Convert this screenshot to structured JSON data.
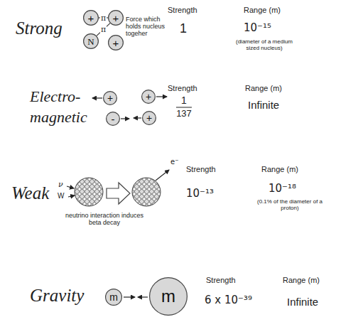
{
  "diagram": {
    "nodes": [
      {
        "text": [
          "+"
        ]
      },
      {
        "text": [
          "+"
        ]
      },
      {
        "text": [
          "N"
        ]
      },
      {
        "text": [
          "+"
        ]
      },
      {
        "text": [
          "+"
        ]
      },
      {
        "text": [
          "+"
        ]
      },
      {
        "text": [
          "-"
        ]
      },
      {
        "text": [
          "+"
        ]
      },
      {
        "text": [
          "m"
        ]
      },
      {
        "text": [
          "m"
        ]
      }
    ],
    "edges": [
      {
        "from": 0,
        "to": 1,
        "arrow": "none",
        "label": "π"
      },
      {
        "from": 2,
        "to": 1,
        "arrow": "none",
        "label": "π"
      }
    ],
    "labels": [
      "Strong",
      "Force which holds nucleus togeher",
      "Strength",
      "1",
      "Range (m)",
      "10⁻¹⁵",
      "(diameter of a medium sized nucleus)",
      "Electro- magnetic",
      "Strength",
      "1",
      "137",
      "Range (m)",
      "Infinite",
      "Weak",
      "ν",
      "W",
      "e⁻",
      "neutrino interaction induces beta decay",
      "Strength",
      "10⁻¹³",
      "Range (m)",
      "10⁻¹⁸",
      "(0.1% of the diameter of a proton)",
      "Gravity",
      "Strength",
      "6 x 10⁻³⁹",
      "Range (m)",
      "Infinite"
    ]
  }
}
